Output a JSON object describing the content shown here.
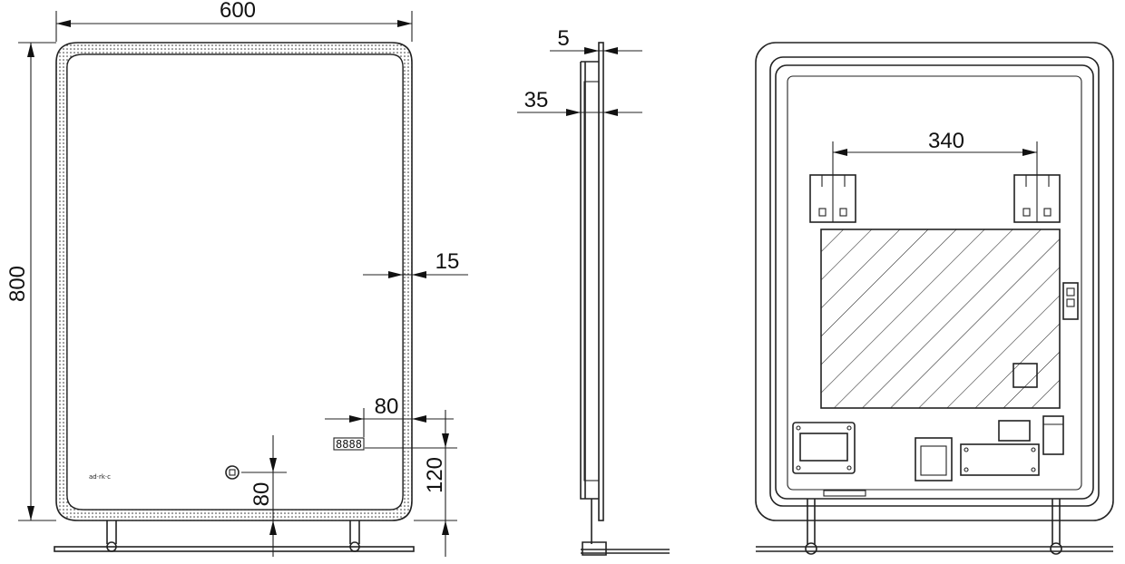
{
  "front_view": {
    "dim_width": "600",
    "dim_height": "800",
    "dim_border": "15",
    "dim_clock_offset": "80",
    "dim_clock_height": "120",
    "dim_switch_height": "80",
    "brand_mark": "ad·rk·c"
  },
  "side_view": {
    "dim_glass": "5",
    "dim_depth": "35"
  },
  "rear_view": {
    "dim_bracket_spacing": "340"
  }
}
